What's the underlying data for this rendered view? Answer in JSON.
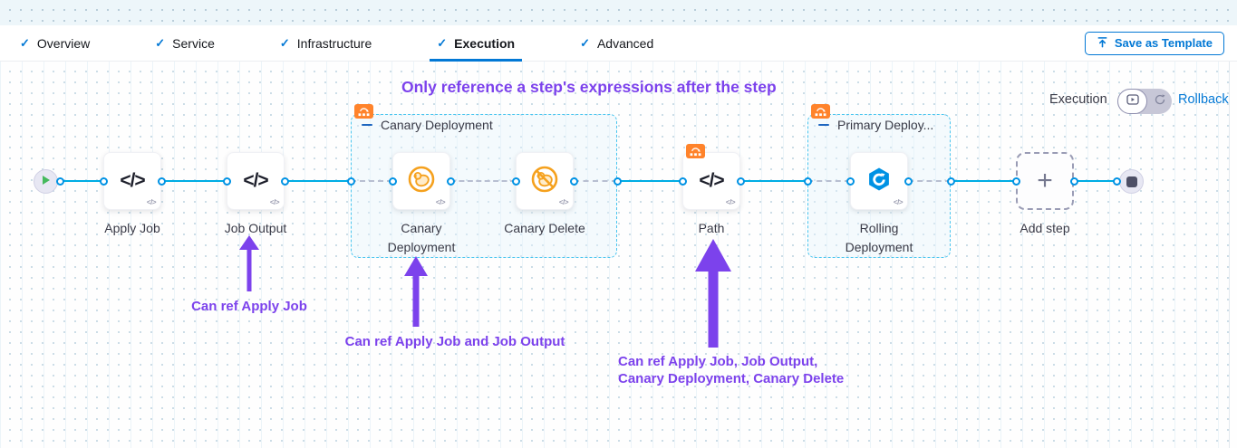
{
  "header": {
    "tabs": [
      {
        "label": "Overview"
      },
      {
        "label": "Service"
      },
      {
        "label": "Infrastructure"
      },
      {
        "label": "Execution"
      },
      {
        "label": "Advanced"
      }
    ],
    "active_tab": "Execution",
    "save_as_template": "Save as Template"
  },
  "toolbar": {
    "execution_label": "Execution",
    "rollback_label": "Rollback"
  },
  "heading": "Only reference a step's expressions after the step",
  "pipeline": {
    "steps": {
      "apply_job": {
        "label": "Apply Job",
        "icon": "code"
      },
      "job_output": {
        "label": "Job Output",
        "icon": "code"
      },
      "canary_deployment": {
        "label": "Canary Deployment",
        "icon": "canary"
      },
      "canary_delete": {
        "label": "Canary Delete",
        "icon": "canary-delete"
      },
      "path": {
        "label": "Path",
        "icon": "code"
      },
      "rolling_deployment": {
        "label": "Rolling Deployment",
        "icon": "rolling"
      }
    },
    "groups": {
      "canary": {
        "label": "Canary Deployment"
      },
      "primary": {
        "label": "Primary Deploy..."
      }
    },
    "add_step_label": "Add step"
  },
  "annotations": {
    "a1": "Can ref Apply Job",
    "a2": "Can ref Apply Job and Job Output",
    "a3_line1": "Can ref Apply Job, Job Output,",
    "a3_line2": "Canary Deployment, Canary Delete"
  },
  "icons": {
    "check": "✓",
    "code": "</>",
    "code_mini": "</>",
    "plus": "+"
  },
  "colors": {
    "accent_blue": "#0278d5",
    "wire_blue": "#00ade4",
    "purple": "#7c42ec",
    "badge_orange": "#ff832b",
    "canary_orange": "#f59e1e",
    "rolling_blue": "#0092e4"
  }
}
